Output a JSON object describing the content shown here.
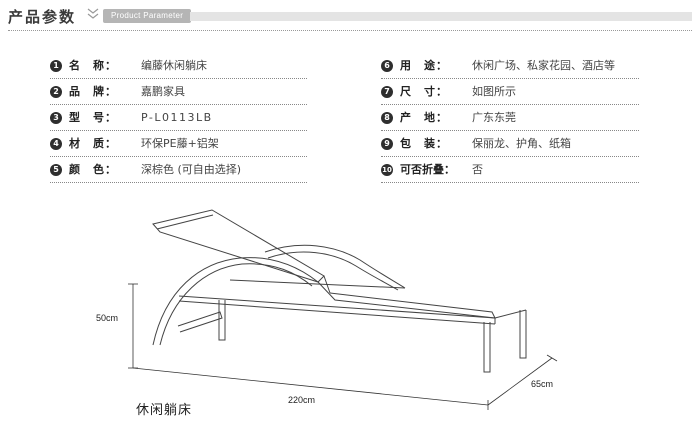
{
  "header": {
    "title": "产品参数",
    "subtitle": "Product Parameter"
  },
  "specs_left": [
    {
      "num": "1",
      "label": "名　称：",
      "value": "编藤休闲躺床"
    },
    {
      "num": "2",
      "label": "品　牌：",
      "value": "嘉鹏家具"
    },
    {
      "num": "3",
      "label": "型　号：",
      "value": "P-L0113LB"
    },
    {
      "num": "4",
      "label": "材　质：",
      "value": "环保PE藤+铝架"
    },
    {
      "num": "5",
      "label": "颜　色：",
      "value": "深棕色 (可自由选择)"
    }
  ],
  "specs_right": [
    {
      "num": "6",
      "label": "用　途：",
      "value": "休闲广场、私家花园、酒店等"
    },
    {
      "num": "7",
      "label": "尺　寸：",
      "value": "如图所示"
    },
    {
      "num": "8",
      "label": "产　地：",
      "value": "广东东莞"
    },
    {
      "num": "9",
      "label": "包　装：",
      "value": "保丽龙、护角、纸箱"
    },
    {
      "num": "10",
      "label": "可否折叠：",
      "value": "否"
    }
  ],
  "dimensions": {
    "height": "50cm",
    "length": "220cm",
    "width": "65cm"
  },
  "caption": "休闲躺床"
}
